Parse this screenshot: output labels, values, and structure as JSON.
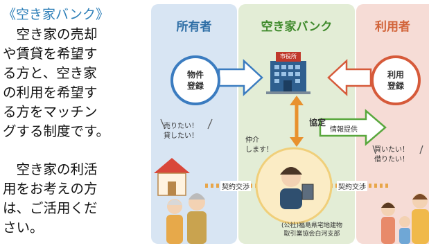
{
  "text": {
    "heading": "《空き家バンク》",
    "paragraph1": [
      "　空き家の売却",
      "や賃貸を希望す",
      "る方と、空き家",
      "の利用を希望す",
      "る方をマッチン",
      "グする制度です。"
    ],
    "paragraph2": [
      "　空き家の利活",
      "用をお考えの方",
      "は、ご活用くだ",
      "さい。"
    ]
  },
  "diagram": {
    "owner_title": "所有者",
    "bank_title": "空き家バンク",
    "user_title": "利用者",
    "owner_register": [
      "物件",
      "登録"
    ],
    "user_register": [
      "利用",
      "登録"
    ],
    "office_sign": "市役所",
    "agreement": "協定",
    "info": "情報提供",
    "mediate": [
      "仲介",
      "します！"
    ],
    "owner_wish": [
      "売りたい！",
      "貸したい！"
    ],
    "user_wish": [
      "買いたい！",
      "借りたい！"
    ],
    "contract_left": "契約交渉",
    "contract_right": "契約交渉",
    "agency": [
      "(公社)福島県宅地建物",
      "取引業協会白河支部"
    ]
  },
  "colors": {
    "heading": "#2e7fb8",
    "owner": "#3b7cc0",
    "bank": "#3f8a2c",
    "user": "#d65a3a",
    "arrow_agreement": "#e8912e"
  }
}
